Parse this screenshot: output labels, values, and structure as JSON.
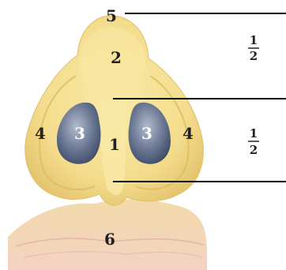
{
  "labels": {
    "l1": "1",
    "l2": "2",
    "l3_left": "3",
    "l3_right": "3",
    "l4_left": "4",
    "l4_right": "4",
    "l5": "5",
    "l6": "6"
  },
  "fractions": [
    {
      "numerator": "1",
      "denominator": "2"
    },
    {
      "numerator": "1",
      "denominator": "2"
    }
  ],
  "colors": {
    "background": "#ffffff",
    "skin": "#f3dc8c",
    "skin_shadow": "#e2c26a",
    "skin_highlight": "#faeaa8",
    "lip": "#f0c9b8",
    "nostril_outer": "#4d5a78",
    "nostril_inner": "#9aa4b8",
    "line": "#000000"
  }
}
